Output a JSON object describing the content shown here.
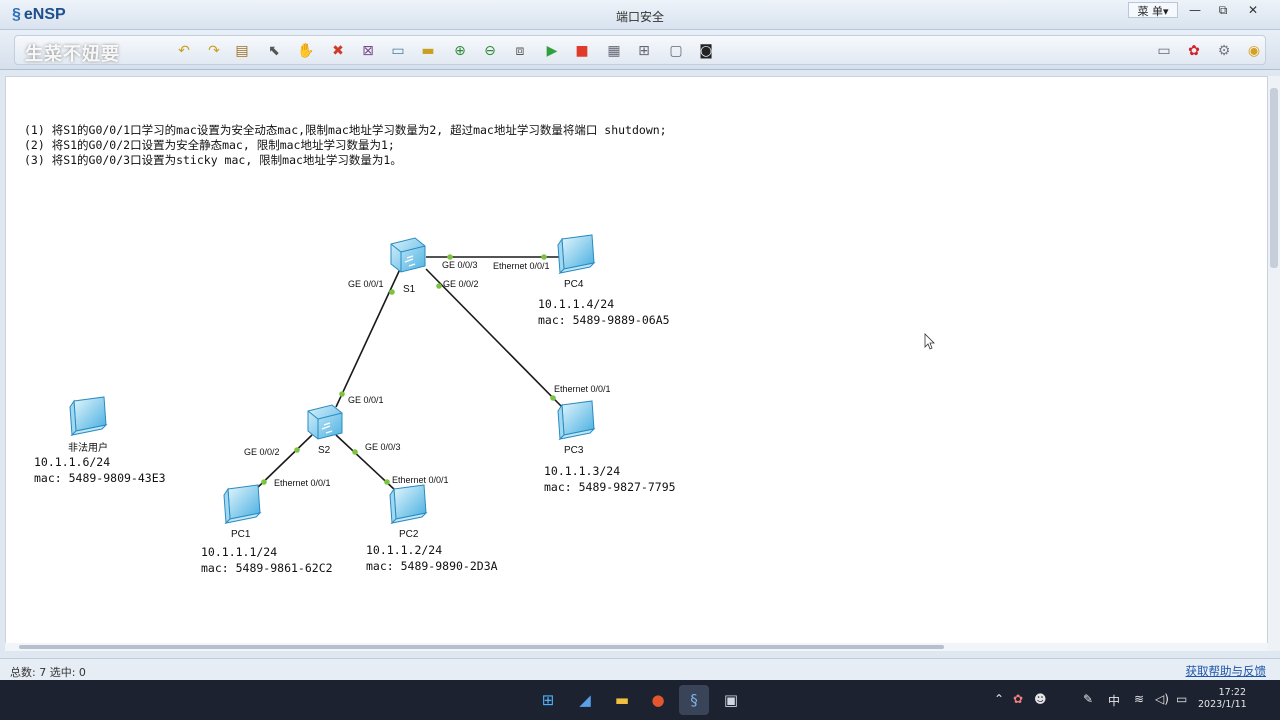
{
  "app": {
    "name": "eNSP",
    "logo_glyph": "§",
    "window_title": "端口安全",
    "menu_label": "菜 单▾"
  },
  "window_controls": {
    "minimize": "—",
    "restore": "⧉",
    "close": "✕"
  },
  "watermark": "生菜不妞要",
  "toolbar": {
    "icons": [
      "new-topo-icon",
      "open-icon",
      "save-icon",
      "undo-icon",
      "redo-icon",
      "select-icon",
      "pan-hand-icon",
      "delete-icon",
      "delete-link-icon",
      "text-note-icon",
      "rectangle-icon",
      "zoom-in-icon",
      "zoom-out-icon",
      "fit-view-icon",
      "start-device-icon",
      "stop-device-icon",
      "capture-icon",
      "topology-icon",
      "palette-icon",
      "console-icon"
    ],
    "right_icons": [
      "forum-icon",
      "huawei-icon",
      "settings-gear-icon",
      "help-icon"
    ]
  },
  "instructions": [
    "(1) 将S1的G0/0/1口学习的mac设置为安全动态mac,限制mac地址学习数量为2, 超过mac地址学习数量将端口 shutdown;",
    "(2) 将S1的G0/0/2口设置为安全静态mac, 限制mac地址学习数量为1;",
    "(3) 将S1的G0/0/3口设置为sticky mac, 限制mac地址学习数量为1。"
  ],
  "devices": {
    "s1": {
      "name": "S1"
    },
    "s2": {
      "name": "S2"
    },
    "pc1": {
      "name": "PC1",
      "ip": "10.1.1.1/24",
      "mac": "mac: 5489-9861-62C2"
    },
    "pc2": {
      "name": "PC2",
      "ip": "10.1.1.2/24",
      "mac": "mac: 5489-9890-2D3A"
    },
    "pc3": {
      "name": "PC3",
      "ip": "10.1.1.3/24",
      "mac": "mac: 5489-9827-7795"
    },
    "pc4": {
      "name": "PC4",
      "ip": "10.1.1.4/24",
      "mac": "mac: 5489-9889-06A5"
    },
    "illegal": {
      "name": "非法用户",
      "ip": "10.1.1.6/24",
      "mac": "mac: 5489-9809-43E3"
    }
  },
  "ports": {
    "s1_g001": "GE 0/0/1",
    "s1_g003": "GE 0/0/3",
    "s1_g002": "GE 0/0/2",
    "pc4_eth": "Ethernet 0/0/1",
    "pc3_eth": "Ethernet 0/0/1",
    "s2_g001": "GE 0/0/1",
    "s2_g002": "GE 0/0/2",
    "s2_g003": "GE 0/0/3",
    "pc1_eth": "Ethernet 0/0/1",
    "pc2_eth": "Ethernet 0/0/1"
  },
  "status": {
    "summary": "总数: 7 选中: 0",
    "help_link": "获取帮助与反馈"
  },
  "taskbar": {
    "apps": [
      "windows-start-icon",
      "mail-app-icon",
      "file-explorer-icon",
      "powerpoint-icon",
      "ensp-app-icon",
      "virtualbox-icon"
    ],
    "tray_icons": [
      "chevron-up-icon",
      "tray-app-icon",
      "qq-icon",
      "ime-chinese-label",
      "wifi-icon",
      "volume-icon",
      "battery-icon"
    ],
    "ime_label": "中",
    "time": "17:22",
    "date": "2023/1/11"
  },
  "colors": {
    "link": "#1a1a1a",
    "port_dot": "#7cc440",
    "accent": "#1d55a8"
  }
}
